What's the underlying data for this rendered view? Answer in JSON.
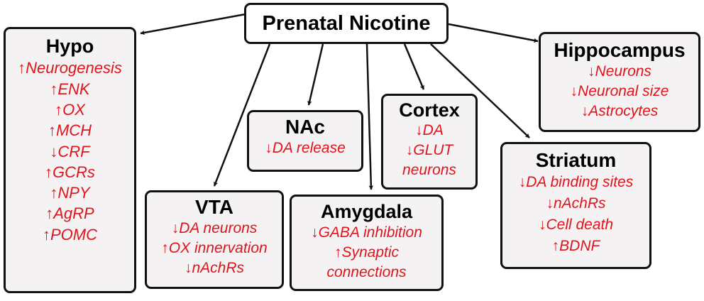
{
  "diagram": {
    "center": {
      "label": "Prenatal Nicotine"
    },
    "colors": {
      "effect_text": "#e0141c",
      "box_fill": "#f4f2f3",
      "border": "#111111",
      "arrow": "#111111"
    },
    "regions": [
      {
        "key": "hypo",
        "label": "Hypo",
        "effects": [
          "↑Neurogenesis",
          "↑ENK",
          "↑OX",
          "↑MCH",
          "↓CRF",
          "↑GCRs",
          "↑NPY",
          "↑AgRP",
          "↑POMC"
        ]
      },
      {
        "key": "nac",
        "label": "NAc",
        "effects": [
          "↓DA release"
        ]
      },
      {
        "key": "vta",
        "label": "VTA",
        "effects": [
          "↓DA neurons",
          "↑OX innervation",
          "↓nAchRs"
        ]
      },
      {
        "key": "cortex",
        "label": "Cortex",
        "effects": [
          "↓DA",
          "↓GLUT",
          "neurons"
        ]
      },
      {
        "key": "amygdala",
        "label": "Amygdala",
        "effects": [
          "↓GABA inhibition",
          "↑Synaptic",
          "connections"
        ]
      },
      {
        "key": "hippocampus",
        "label": "Hippocampus",
        "effects": [
          "↓Neurons",
          "↓Neuronal size",
          "↓Astrocytes"
        ]
      },
      {
        "key": "striatum",
        "label": "Striatum",
        "effects": [
          "↓DA binding sites",
          "↓nAchRs",
          "↓Cell death",
          "↑BDNF"
        ]
      }
    ]
  }
}
